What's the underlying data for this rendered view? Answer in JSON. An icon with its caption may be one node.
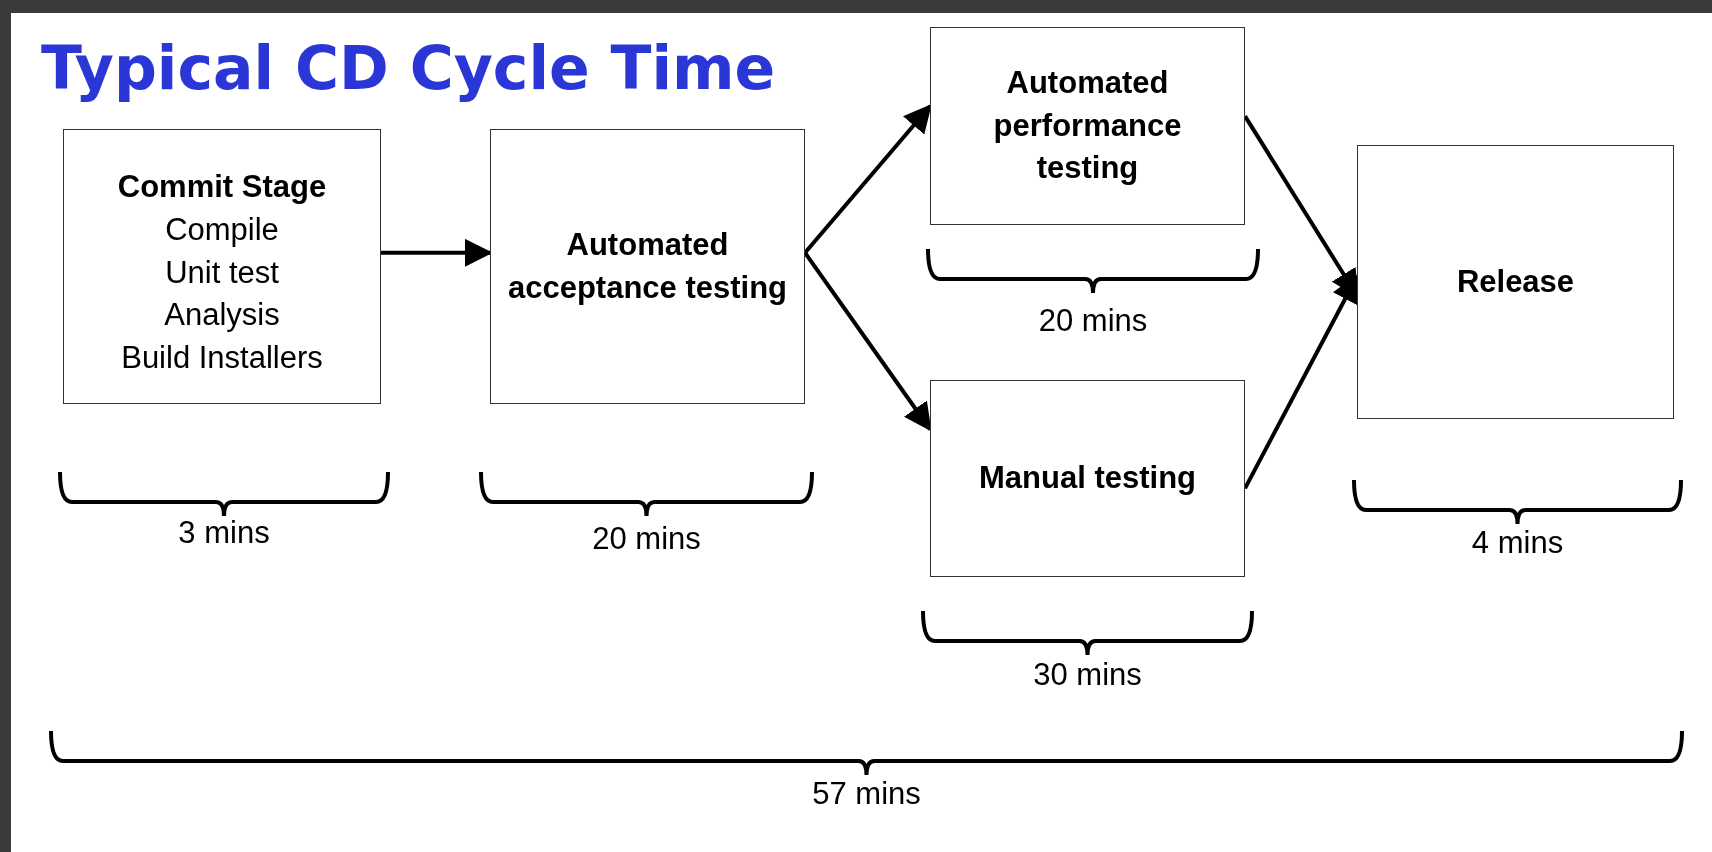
{
  "diagram": {
    "title": "Typical CD Cycle Time",
    "nodes": [
      {
        "text": [
          "Commit Stage",
          "Compile",
          "Unit test",
          "Analysis",
          "Build Installers"
        ],
        "beside": [
          "3 mins"
        ]
      },
      {
        "text": [
          "Automated acceptance testing"
        ],
        "beside": [
          "20 mins"
        ]
      },
      {
        "text": [
          "Automated performance testing"
        ]
      },
      {
        "text": [
          "Manual testing"
        ],
        "beside": [
          "30 mins"
        ]
      },
      {
        "text": [
          "Release"
        ],
        "beside": [
          "4 mins"
        ]
      }
    ],
    "edges": [
      {
        "from": 0,
        "to": 1,
        "arrow": "to"
      },
      {
        "from": 1,
        "to": 2,
        "arrow": "to"
      },
      {
        "from": 1,
        "to": 3,
        "arrow": "to"
      },
      {
        "from": 2,
        "to": 4,
        "arrow": "to"
      },
      {
        "from": 3,
        "to": 4,
        "arrow": "to"
      }
    ],
    "labels": [
      "20 mins",
      "57 mins"
    ]
  }
}
